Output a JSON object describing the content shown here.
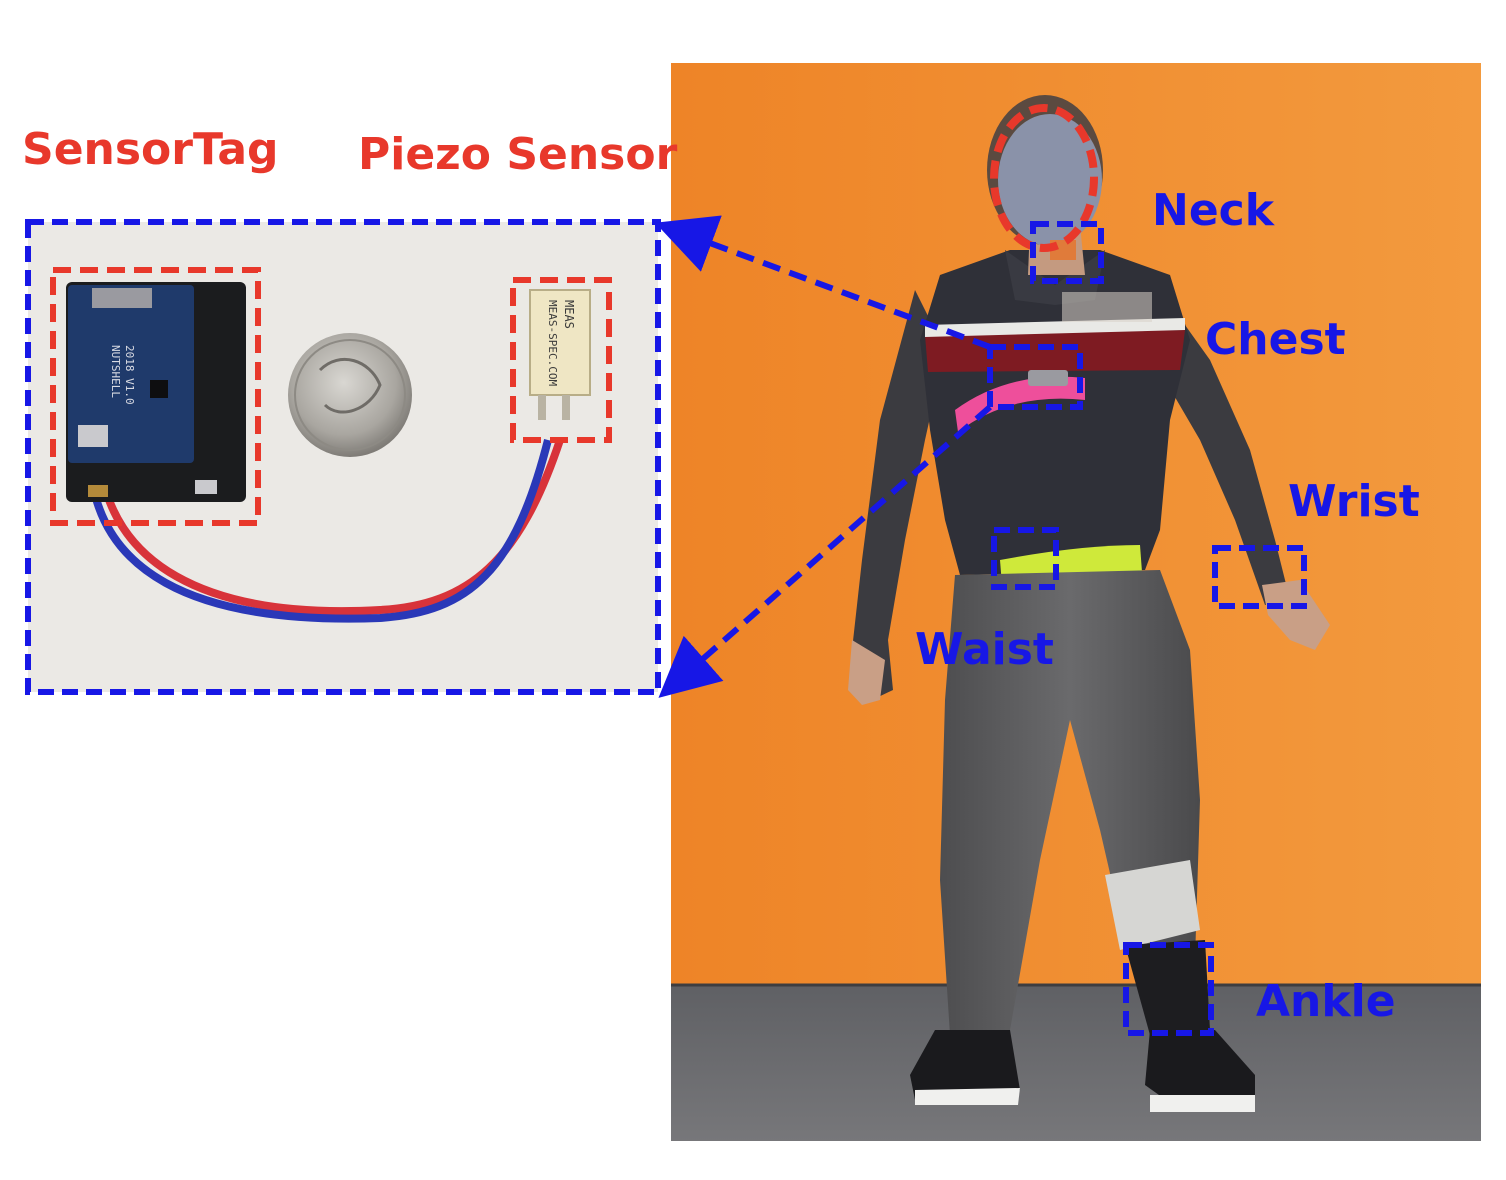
{
  "labels": {
    "sensortag": "SensorTag",
    "piezo": "Piezo Sensor",
    "neck": "Neck",
    "chest": "Chest",
    "wrist": "Wrist",
    "waist": "Waist",
    "ankle": "Ankle"
  },
  "board_text": {
    "meas": "MEAS",
    "meas_spec": "MEAS-SPEC.COM",
    "nutshell": "NUTSHELL",
    "version": "2018 V1.0"
  },
  "colors": {
    "sensor_box": "#e8382b",
    "location_box": "#1717e6",
    "wall": "#f08a2c",
    "floor": "#6b6b6d",
    "inset_bg": "#edebe8"
  }
}
